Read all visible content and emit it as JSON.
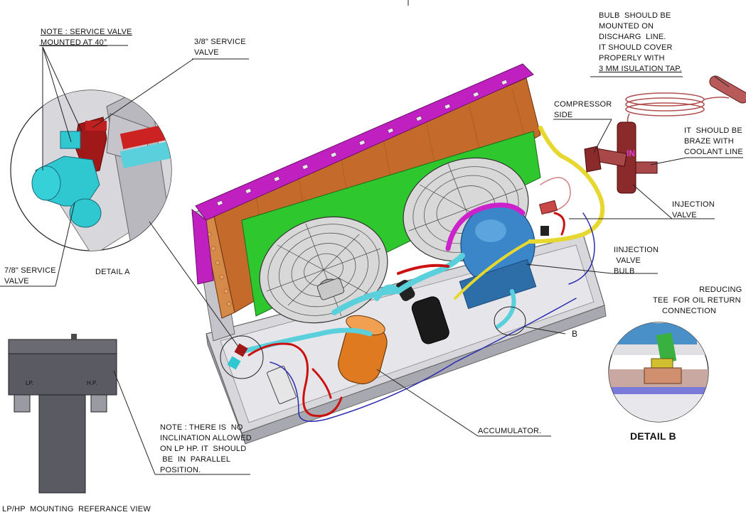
{
  "labels": {
    "note_service_valve": "NOTE : SERVICE VALVE\nMOUNTED AT 40°",
    "service_valve_3_8": "3/8\" SERVICE\nVALVE",
    "service_valve_7_8": "7/8\" SERVICE\nVALVE",
    "detail_a": "DETAIL A",
    "bulb_note_lines": "BULB  SHOULD BE\nMOUNTED ON\nDISCHARG  LINE.\nIT SHOULD COVER\nPROPERLY WITH",
    "bulb_note_last": "3 MM ISULATION TAP.",
    "compressor_side": "COMPRESSOR\nSIDE",
    "braze_note": "IT  SHOULD BE\nBRAZE WITH\nCOOLANT LINE",
    "injection_valve": "INJECTION\nVALVE",
    "injection_valve_bulb": "IINJECTION\n VALVE\nBULB",
    "reducing_tee": "                    REDUCING\nTEE  FOR OIL RETURN\n    CONNECTION",
    "callout_b": "B",
    "detail_b": "DETAIL B",
    "accumulator": "ACCUMULATOR.",
    "lp_hp_note": "NOTE : THERE IS  NO\nINCLINATION ALLOWED\nON LP HP. IT  SHOULD\n BE  IN  PARALLEL\nPOSITION.",
    "lp_hp_view": "LP/HP  MOUNTING  REFERANCE VIEW",
    "lp": "LP.",
    "hp": "H.P.",
    "in_marker": "IN"
  },
  "colors": {
    "frame": "#c6c6cc",
    "coil": "#c86a28",
    "fin_top": "#c020c0",
    "fan_plate": "#2ec82e",
    "compressor": "#3a86c8",
    "accumulator": "#e07a20",
    "pipe_red": "#cc1111",
    "pipe_yellow": "#e6d830",
    "pipe_cyan": "#5ad0dc",
    "pipe_magenta": "#cc22cc",
    "valve_red": "#a01818",
    "valve_cyan": "#30c8d0"
  }
}
